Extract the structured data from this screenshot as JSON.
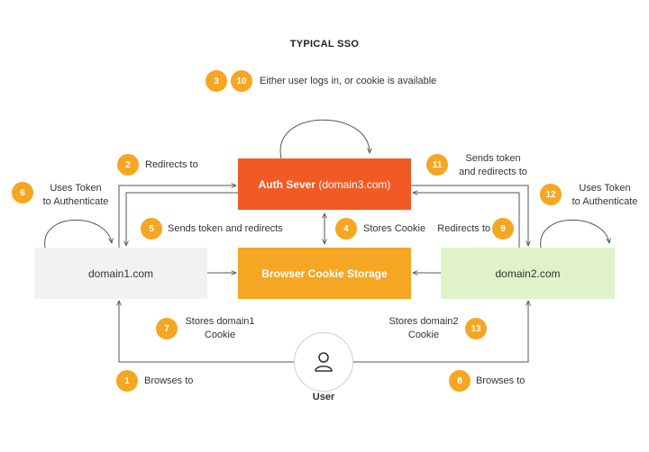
{
  "title": "TYPICAL SSO",
  "boxes": {
    "auth_main": "Auth Sever",
    "auth_sub": "(domain3.com)",
    "cookie": "Browser Cookie Storage",
    "domain1": "domain1.com",
    "domain2": "domain2.com"
  },
  "user": {
    "label": "User",
    "icon": "user-icon"
  },
  "steps": {
    "s1": {
      "num": "1",
      "text": "Browses to"
    },
    "s2": {
      "num": "2",
      "text": "Redirects to"
    },
    "s3": {
      "num": "3"
    },
    "s10": {
      "num": "10",
      "text": "Either user logs in, or cookie is available"
    },
    "s4": {
      "num": "4",
      "text": "Stores Cookie"
    },
    "s5": {
      "num": "5",
      "text": "Sends token and redirects"
    },
    "s6": {
      "num": "6",
      "line1": "Uses Token",
      "line2": "to Authenticate"
    },
    "s7": {
      "num": "7",
      "line1": "Stores domain1",
      "line2": "Cookie"
    },
    "s8": {
      "num": "8",
      "text": "Browses to"
    },
    "s9": {
      "num": "9",
      "text": "Redirects to"
    },
    "s11": {
      "num": "11",
      "line1": "Sends token",
      "line2": "and redirects to"
    },
    "s12": {
      "num": "12",
      "line1": "Uses Token",
      "line2": "to Authenticate"
    },
    "s13": {
      "num": "13",
      "line1": "Stores domain2",
      "line2": "Cookie"
    }
  },
  "colors": {
    "auth": "#f15a24",
    "cookie": "#f5a623",
    "badge": "#f5a623",
    "domain1": "#f2f2f2",
    "domain2": "#dff2c9",
    "line": "#555555"
  }
}
